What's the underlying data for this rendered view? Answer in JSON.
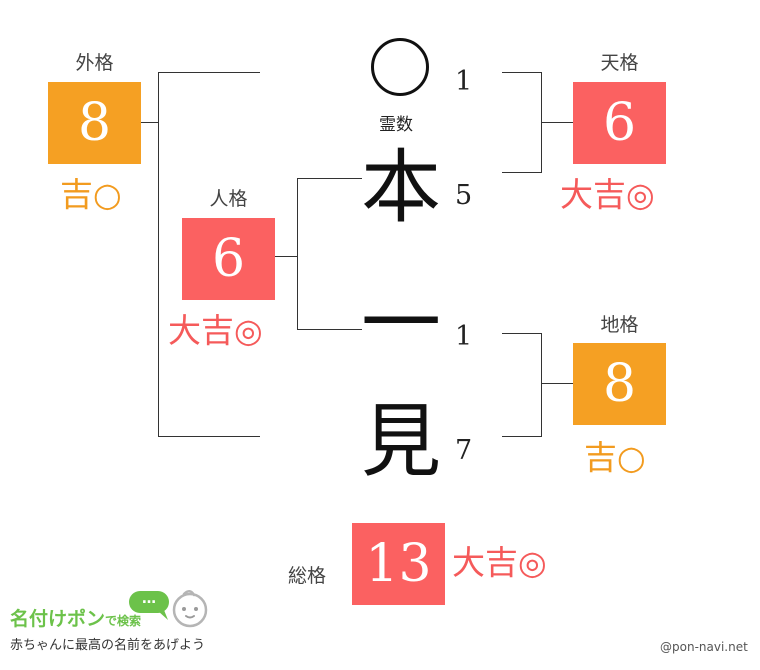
{
  "name": {
    "chars": [
      "本",
      "一",
      "見"
    ],
    "strokes": [
      "5",
      "1",
      "7"
    ],
    "spirit_stroke": "1",
    "spirit_label": "霊数"
  },
  "kakusu": {
    "gaikaku": {
      "label": "外格",
      "value": "8",
      "fortune": "吉○",
      "color": "#f5a023"
    },
    "jinkaku": {
      "label": "人格",
      "value": "6",
      "fortune": "大吉◎",
      "color": "#fb6161"
    },
    "tenkaku": {
      "label": "天格",
      "value": "6",
      "fortune": "大吉◎",
      "color": "#fb6161"
    },
    "chikaku": {
      "label": "地格",
      "value": "8",
      "fortune": "吉○",
      "color": "#f5a023"
    },
    "soukaku": {
      "label": "総格",
      "value": "13",
      "fortune": "大吉◎",
      "color": "#fb6161"
    }
  },
  "brand": {
    "name": "名付けポン",
    "search": "で検索",
    "tagline": "赤ちゃんに最高の名前をあげよう",
    "bubble": "…"
  },
  "site": "@pon-navi.net"
}
